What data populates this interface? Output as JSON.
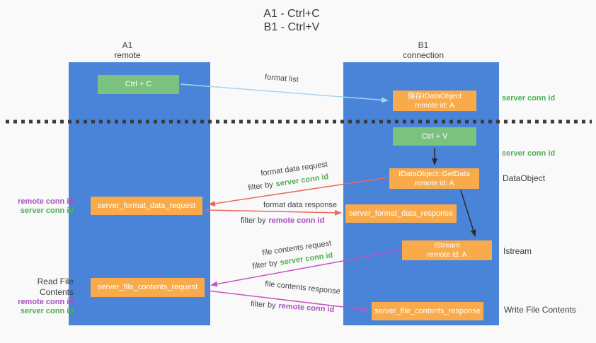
{
  "title": {
    "line1": "A1 - Ctrl+C",
    "line2": "B1 - Ctrl+V"
  },
  "columns": {
    "left": {
      "name": "A1",
      "role": "remote"
    },
    "right": {
      "name": "B1",
      "role": "connection"
    }
  },
  "boxes": {
    "ctrl_c": {
      "label": "Ctrl + C"
    },
    "save_dataobject": {
      "line1": "保存IDataObject",
      "line2": "remote id: A"
    },
    "ctrl_v": {
      "label": "Ctrl + V"
    },
    "getdata": {
      "line1": "IDataObject::GetData",
      "line2": "remote id: A"
    },
    "format_request": {
      "label": "server_format_data_request"
    },
    "format_response": {
      "label": "server_format_data_response"
    },
    "istream": {
      "line1": "IStream",
      "line2": "remote id: A"
    },
    "file_request": {
      "label": "server_file_contents_request"
    },
    "file_response": {
      "label": "server_file_contents_response"
    }
  },
  "arrow_labels": {
    "format_list": "format list",
    "format_data_request": "format data request",
    "format_data_response": "format data response",
    "file_contents_request": "file contents request",
    "file_contents_response": "file contents response",
    "filter_by": "filter by",
    "server_conn_id": "server conn id",
    "remote_conn_id": "remote conn id"
  },
  "side_labels": {
    "server_conn_id_top": "server conn id",
    "server_conn_id_mid": "server conn id",
    "dataobject": "DataObject",
    "istream": "Istream",
    "write_file_contents": "Write File Contents",
    "read_file_contents": "Read File Contents",
    "remote_conn_id": "remote conn id",
    "server_conn_id": "server conn id"
  },
  "colors": {
    "background": "#f9f9f9",
    "column_blue": "#4a84d8",
    "box_green": "#7bc27e",
    "box_orange": "#f9ab4b",
    "text_green": "#4db053",
    "text_purple": "#a94fc0",
    "arrow_red": "#e8695e",
    "arrow_magenta": "#c353c3",
    "arrow_lightblue": "#a9d3ee",
    "arrow_black": "#2b2b2b",
    "dotted_line": "#3a3a3a",
    "text_dark": "#3d3d3d"
  }
}
